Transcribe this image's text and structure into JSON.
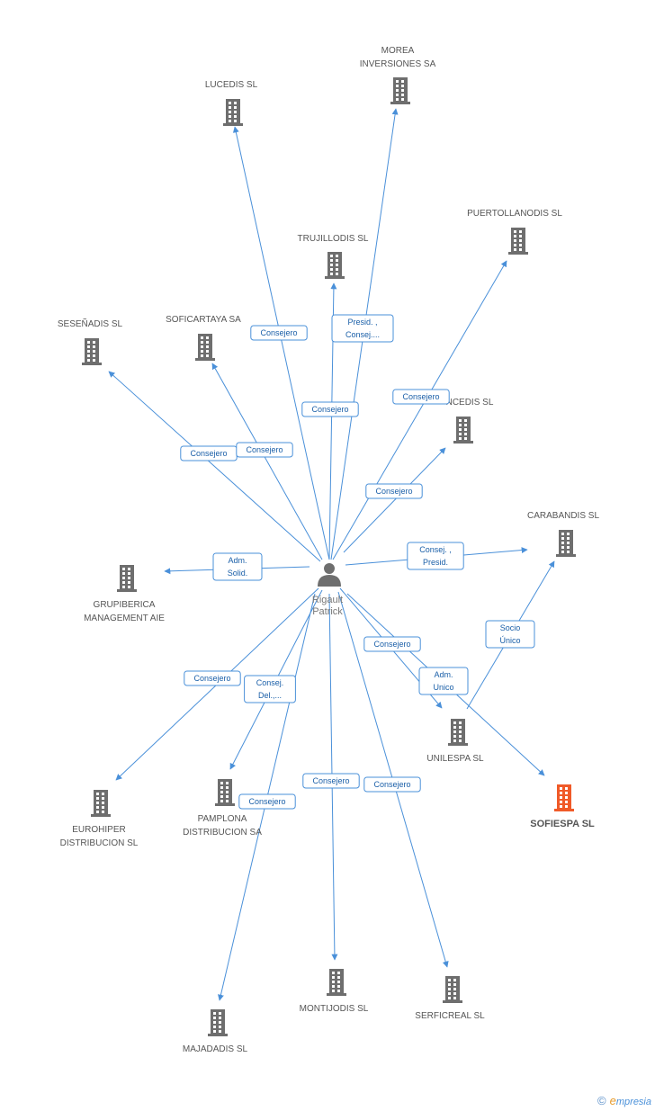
{
  "center": {
    "name_lines": [
      "Rigault",
      "Patrick"
    ]
  },
  "companies": [
    {
      "id": "lucedis",
      "lines": [
        "LUCEDIS  SL"
      ],
      "highlight": false
    },
    {
      "id": "morea",
      "lines": [
        "MOREA",
        "INVERSIONES SA"
      ],
      "highlight": false
    },
    {
      "id": "trujillodis",
      "lines": [
        "TRUJILLODIS SL"
      ],
      "highlight": false
    },
    {
      "id": "puertollanodis",
      "lines": [
        "PUERTOLLANODIS SL"
      ],
      "highlight": false
    },
    {
      "id": "senadis",
      "lines": [
        "SESEÑADIS SL"
      ],
      "highlight": false
    },
    {
      "id": "soficartaya",
      "lines": [
        "SOFICARTAYA SA"
      ],
      "highlight": false
    },
    {
      "id": "ncedis",
      "lines": [
        "NCEDIS SL"
      ],
      "highlight": false
    },
    {
      "id": "carabandis",
      "lines": [
        "CARABANDIS SL"
      ],
      "highlight": false
    },
    {
      "id": "grupiberica",
      "lines": [
        "GRUPIBERICA",
        "MANAGEMENT AIE"
      ],
      "highlight": false
    },
    {
      "id": "unilespa",
      "lines": [
        "UNILESPA  SL"
      ],
      "highlight": false
    },
    {
      "id": "sofiespa",
      "lines": [
        "SOFIESPA SL"
      ],
      "highlight": true
    },
    {
      "id": "eurohiper",
      "lines": [
        "EUROHIPER",
        "DISTRIBUCION SL"
      ],
      "highlight": false
    },
    {
      "id": "pamplona",
      "lines": [
        "PAMPLONA",
        "DISTRIBUCION SA"
      ],
      "highlight": false
    },
    {
      "id": "montijodis",
      "lines": [
        "MONTIJODIS SL"
      ],
      "highlight": false
    },
    {
      "id": "serficreal",
      "lines": [
        "SERFICREAL SL"
      ],
      "highlight": false
    },
    {
      "id": "majadadis",
      "lines": [
        "MAJADADIS SL"
      ],
      "highlight": false
    }
  ],
  "edges": [
    {
      "to": "lucedis",
      "label": [
        "Consejero"
      ]
    },
    {
      "to": "morea",
      "label": [
        "Presid. ,",
        "Consej...."
      ]
    },
    {
      "to": "trujillodis",
      "label": [
        "Consejero"
      ]
    },
    {
      "to": "puertollanodis",
      "label": [
        "Consejero"
      ]
    },
    {
      "to": "senadis",
      "label": [
        "Consejero"
      ]
    },
    {
      "to": "soficartaya",
      "label": [
        "Consejero"
      ]
    },
    {
      "to": "ncedis",
      "label": [
        "Consejero"
      ]
    },
    {
      "to": "carabandis",
      "label": [
        "Consej. ,",
        "Presid."
      ]
    },
    {
      "to": "grupiberica",
      "label": [
        "Adm.",
        "Solid."
      ]
    },
    {
      "to": "unilespa",
      "label": [
        "Adm.",
        "Unico"
      ]
    },
    {
      "to": "sofiespa",
      "label": [
        "Consejero"
      ]
    },
    {
      "to": "eurohiper",
      "label": [
        "Consejero"
      ]
    },
    {
      "to": "pamplona",
      "label": [
        "Consej.",
        "Del.,..."
      ]
    },
    {
      "to": "montijodis",
      "label": [
        "Consejero"
      ]
    },
    {
      "to": "serficreal",
      "label": [
        "Consejero"
      ]
    },
    {
      "to": "majadadis",
      "label": [
        "Consejero"
      ]
    },
    {
      "from": "unilespa",
      "to": "carabandis",
      "label": [
        "Socio",
        "Único"
      ]
    }
  ],
  "colors": {
    "edge": "#4a90d9",
    "building": "#6e6e6e",
    "highlight": "#f05a28",
    "person": "#6e6e6e"
  },
  "logo": {
    "copyright": "©",
    "brand_initial": "e",
    "brand_rest": "mpresia"
  }
}
